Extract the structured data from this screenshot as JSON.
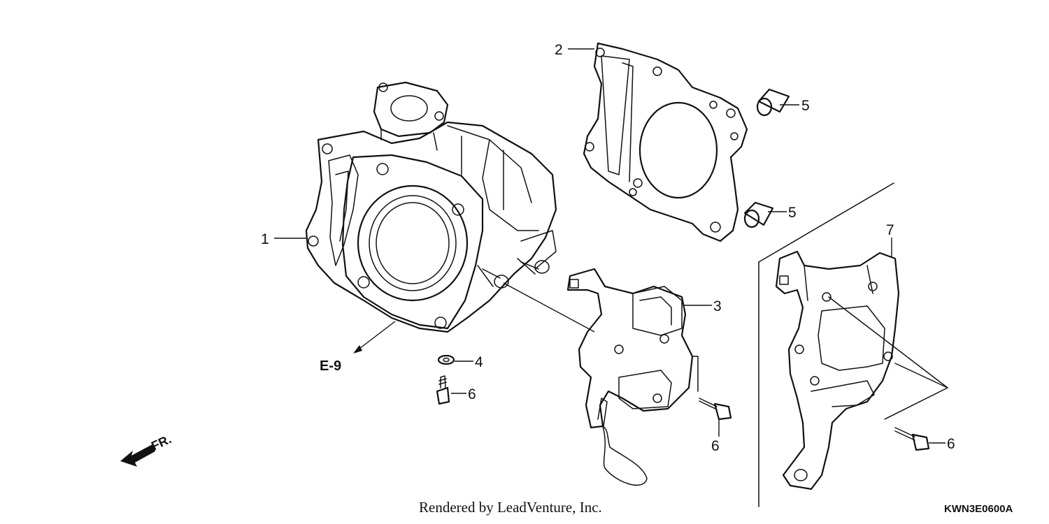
{
  "diagram": {
    "callouts": {
      "c1": "1",
      "c2": "2",
      "c3": "3",
      "c4": "4",
      "c5a": "5",
      "c5b": "5",
      "c6a": "6",
      "c6b": "6",
      "c6c": "6",
      "c7": "7"
    },
    "reference": "E-9",
    "front_label": "FR.",
    "credit": "Rendered by LeadVenture, Inc.",
    "part_code": "KWN3E0600A"
  }
}
